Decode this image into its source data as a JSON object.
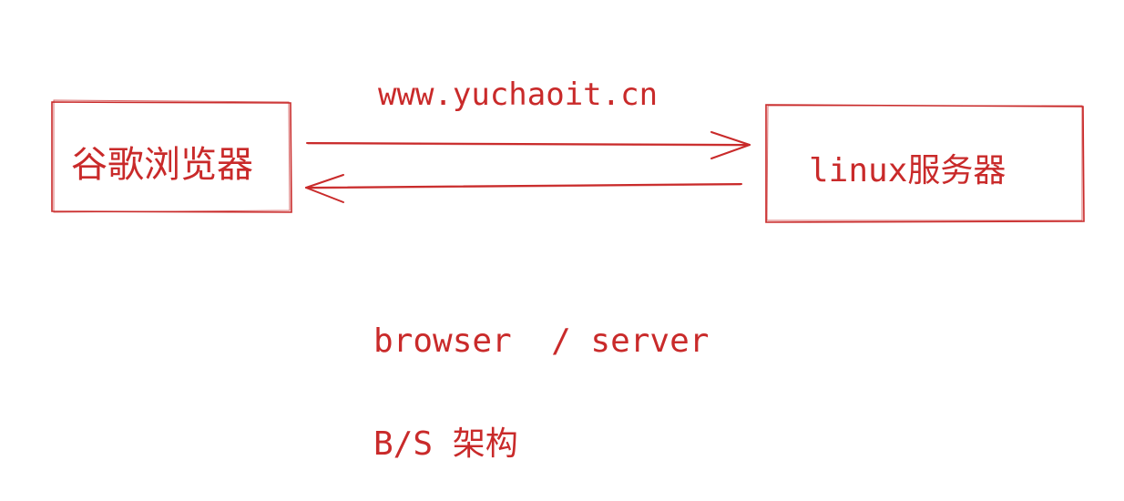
{
  "diagram": {
    "nodes": [
      {
        "id": "browser",
        "label": "谷歌浏览器"
      },
      {
        "id": "server",
        "label": "linux服务器"
      }
    ],
    "edges": [
      {
        "from": "browser",
        "to": "server",
        "label": "www.yuchaoit.cn"
      },
      {
        "from": "server",
        "to": "browser",
        "label": ""
      }
    ],
    "captions": {
      "full": "browser  / server",
      "short": "B/S 架构"
    },
    "colors": {
      "stroke": "#c92a2a",
      "background": "#ffffff"
    }
  }
}
